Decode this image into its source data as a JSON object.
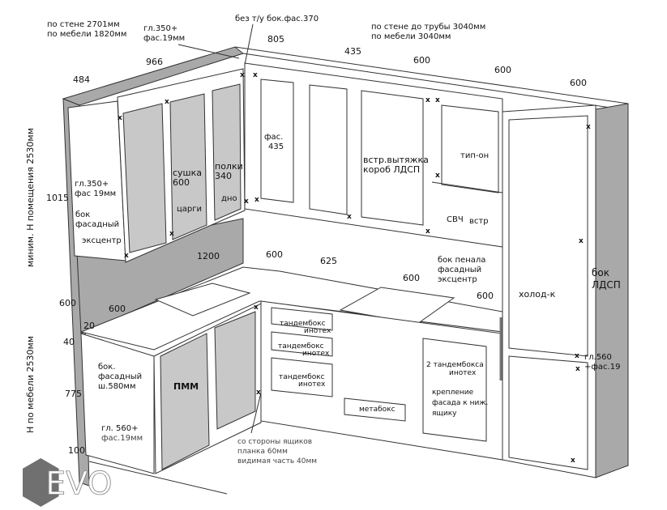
{
  "notes": {
    "left_wall": [
      "по стене 2701мм",
      "по мебели 1820мм"
    ],
    "back_wall": [
      "по стене до трубы  3040мм",
      "по мебели  3040мм"
    ],
    "upper_depth": [
      "гл.350+",
      "фас.19мм"
    ],
    "no_handle": "без т/у бок.фас.370",
    "room_height": "миним. Н помещения  2530мм",
    "furniture_height": "Н по мебели  2530мм",
    "upper_left_depth": [
      "гл.350+",
      "фас 19мм"
    ],
    "upper_side": [
      "бок",
      "фасадный",
      "эксцентр"
    ],
    "dryer": [
      "сушка",
      "600"
    ],
    "shelves": [
      "полки",
      "340"
    ],
    "bottom": "дно",
    "rails": "царги",
    "facade_435": [
      "фас.",
      "435"
    ],
    "hood": [
      "встр.вытяжка",
      "короб ЛДСП"
    ],
    "tip_on": "тип-он",
    "microwave": "СВЧ",
    "built_in": "встр",
    "tall_side": [
      "бок пенала",
      "фасадный",
      "эксцентр"
    ],
    "fridge": "холод-к",
    "side_ldsp": [
      "бок",
      "ЛДСП"
    ],
    "tall_depth": [
      "гл.560",
      "+фас.19"
    ],
    "base_side": [
      "бок.",
      "фасадный",
      "ш.580мм"
    ],
    "dishwasher": "ПММ",
    "base_depth": [
      "гл. 560+",
      "фас.19мм"
    ],
    "plinth": [
      "со стороны ящиков",
      "планка 60мм",
      "видимая часть 40мм"
    ],
    "tandem": [
      "тандембокс",
      "инотех"
    ],
    "tandem2": [
      "2 тандембокса",
      "инотех"
    ],
    "metabox": "метабокс",
    "fastening": [
      "крепление",
      "фасада к ниж.",
      "ящику"
    ]
  },
  "dimensions": {
    "d484": "484",
    "d966": "966",
    "d805": "805",
    "d435": "435",
    "d600a": "600",
    "d600b": "600",
    "d600c": "600",
    "d1015": "1015",
    "d1200": "1200",
    "d600_ct1": "600",
    "d625": "625",
    "d600_ct2": "600",
    "d600_ct3": "600",
    "d600_back": "600",
    "d600_left": "600",
    "d20": "20",
    "d40": "40",
    "d775": "775",
    "d100": "100"
  },
  "marker": "x",
  "logo": "EVO",
  "colors": {
    "panel": "#a9a9a9",
    "line": "#333333",
    "facade": "#c8c8c8",
    "logo": "#707070"
  }
}
